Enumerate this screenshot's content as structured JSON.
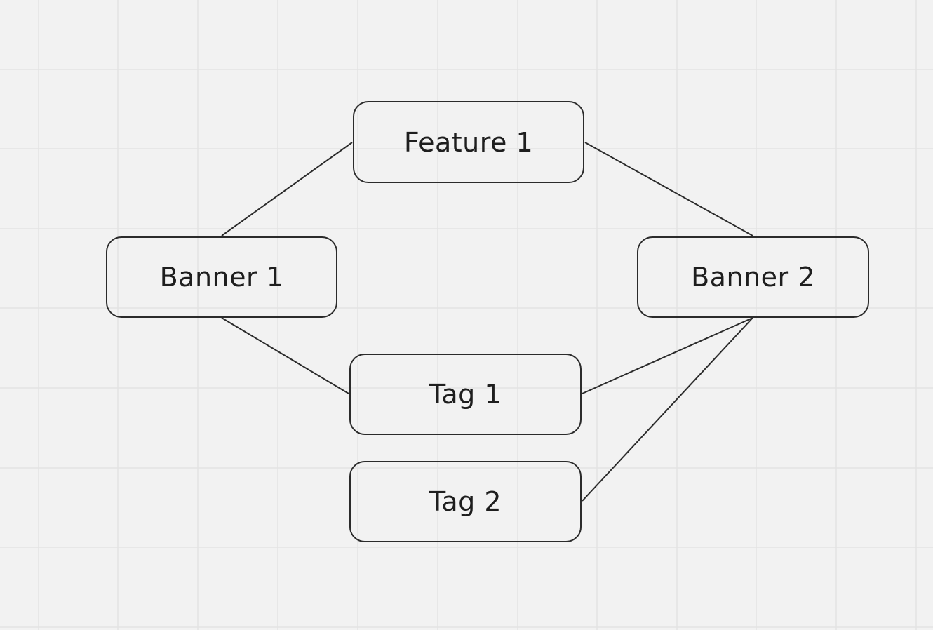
{
  "nodes": {
    "feature1": {
      "label": "Feature 1"
    },
    "banner1": {
      "label": "Banner 1"
    },
    "banner2": {
      "label": "Banner 2"
    },
    "tag1": {
      "label": "Tag 1"
    },
    "tag2": {
      "label": "Tag 2"
    }
  },
  "edges": [
    {
      "from": "feature1",
      "to": "banner1"
    },
    {
      "from": "feature1",
      "to": "banner2"
    },
    {
      "from": "banner1",
      "to": "tag1"
    },
    {
      "from": "banner2",
      "to": "tag1"
    },
    {
      "from": "banner2",
      "to": "tag2"
    }
  ],
  "colors": {
    "background": "#f2f2f2",
    "grid_line": "#e3e3e3",
    "node_border": "#2b2b2b",
    "connector": "#2b2b2b",
    "text": "#1e1e1e"
  }
}
